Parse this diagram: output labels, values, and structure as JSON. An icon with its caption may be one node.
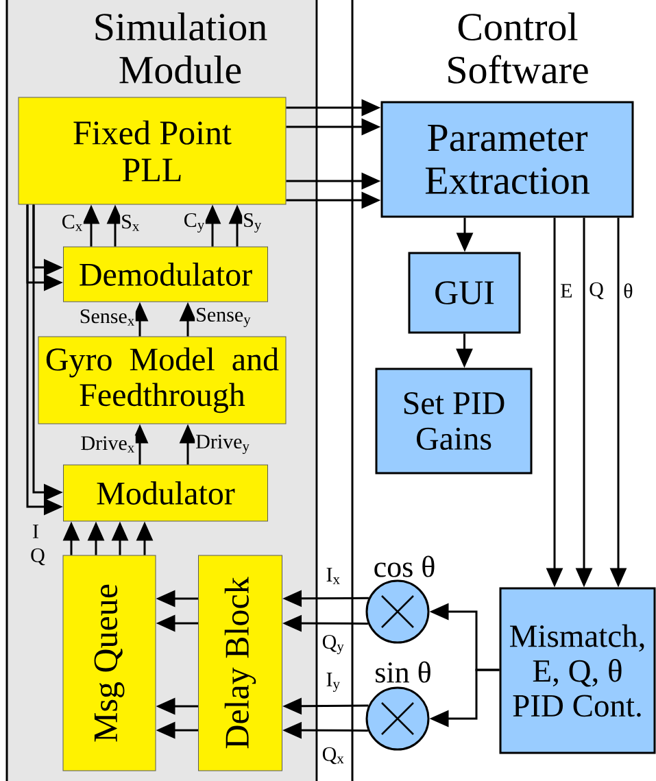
{
  "diagram": {
    "nodes": [
      {
        "text": [
          "Simulation Module"
        ]
      },
      {
        "text": [
          "Control Software"
        ]
      },
      {
        "text": [
          "Fixed Point PLL"
        ],
        "in": 0
      },
      {
        "text": [
          "Demodulator"
        ],
        "in": 0
      },
      {
        "text": [
          "Gyro Model and Feedthrough"
        ],
        "in": 0
      },
      {
        "text": [
          "Modulator"
        ],
        "in": 0
      },
      {
        "text": [
          "Msg Queue"
        ],
        "in": 0
      },
      {
        "text": [
          "Delay Block"
        ],
        "in": 0
      },
      {
        "text": [
          "Parameter Extraction"
        ],
        "in": 1
      },
      {
        "text": [
          "GUI"
        ],
        "in": 1
      },
      {
        "text": [
          "Set PID Gains"
        ],
        "in": 1
      },
      {
        "text": [],
        "shape": "circle",
        "beside": [
          "cos θ"
        ],
        "in": 1
      },
      {
        "text": [],
        "shape": "circle",
        "beside": [
          "sin θ"
        ],
        "in": 1
      },
      {
        "text": [
          "Mismatch, E, Q, θ PID Cont."
        ],
        "in": 1
      }
    ],
    "edges": [
      {
        "from": 2,
        "to": 8,
        "arrow": "to"
      },
      {
        "from": 2,
        "to": 8,
        "arrow": "to"
      },
      {
        "from": 2,
        "to": 8,
        "arrow": "to"
      },
      {
        "from": 2,
        "to": 8,
        "arrow": "to"
      },
      {
        "from": 3,
        "to": 2,
        "arrow": "to",
        "label": "C$_{x}$"
      },
      {
        "from": 3,
        "to": 2,
        "arrow": "to",
        "label": "S$_{x}$"
      },
      {
        "from": 3,
        "to": 2,
        "arrow": "to",
        "label": "C$_{y}$"
      },
      {
        "from": 3,
        "to": 2,
        "arrow": "to",
        "label": "S$_{y}$"
      },
      {
        "from": 2,
        "to": 3,
        "arrow": "to"
      },
      {
        "from": 2,
        "to": 3,
        "arrow": "to"
      },
      {
        "from": 2,
        "to": 5,
        "arrow": "to",
        "label": "I"
      },
      {
        "from": 2,
        "to": 5,
        "arrow": "to",
        "label": "Q"
      },
      {
        "from": 4,
        "to": 3,
        "arrow": "to",
        "label": "Sense$_{x}$"
      },
      {
        "from": 4,
        "to": 3,
        "arrow": "to",
        "label": "Sense$_{y}$"
      },
      {
        "from": 5,
        "to": 4,
        "arrow": "to",
        "label": "Drive$_{x}$"
      },
      {
        "from": 5,
        "to": 4,
        "arrow": "to",
        "label": "Drive$_{y}$"
      },
      {
        "from": 6,
        "to": 5,
        "arrow": "to"
      },
      {
        "from": 6,
        "to": 5,
        "arrow": "to"
      },
      {
        "from": 6,
        "to": 5,
        "arrow": "to"
      },
      {
        "from": 6,
        "to": 5,
        "arrow": "to"
      },
      {
        "from": 7,
        "to": 6,
        "arrow": "to"
      },
      {
        "from": 7,
        "to": 6,
        "arrow": "to"
      },
      {
        "from": 7,
        "to": 6,
        "arrow": "to"
      },
      {
        "from": 7,
        "to": 6,
        "arrow": "to"
      },
      {
        "from": 11,
        "to": 7,
        "arrow": "to",
        "label": "I$_{x}$"
      },
      {
        "from": 11,
        "to": 7,
        "arrow": "to",
        "label": "Q$_{y}$"
      },
      {
        "from": 12,
        "to": 7,
        "arrow": "to",
        "label": "I$_{y}$"
      },
      {
        "from": 12,
        "to": 7,
        "arrow": "to",
        "label": "Q$_{x}$"
      },
      {
        "from": 8,
        "to": 9,
        "arrow": "to"
      },
      {
        "from": 9,
        "to": 10,
        "arrow": "to"
      },
      {
        "from": 8,
        "to": 13,
        "arrow": "to",
        "label": "E"
      },
      {
        "from": 8,
        "to": 13,
        "arrow": "to",
        "label": "Q"
      },
      {
        "from": 8,
        "to": 13,
        "arrow": "to",
        "label": "θ"
      },
      {
        "from": 13,
        "to": 11,
        "arrow": "to"
      },
      {
        "from": 13,
        "to": 12,
        "arrow": "to"
      }
    ]
  }
}
